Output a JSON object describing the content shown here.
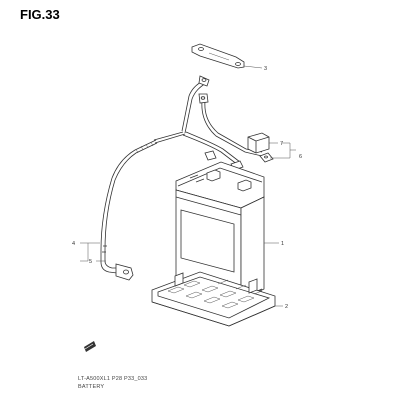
{
  "figure": {
    "title": "FIG.33",
    "code": "LT-A500XL1 P28 P33_033",
    "name": "BATTERY"
  },
  "callouts": [
    "1",
    "2",
    "3",
    "4",
    "5",
    "6",
    "7"
  ]
}
